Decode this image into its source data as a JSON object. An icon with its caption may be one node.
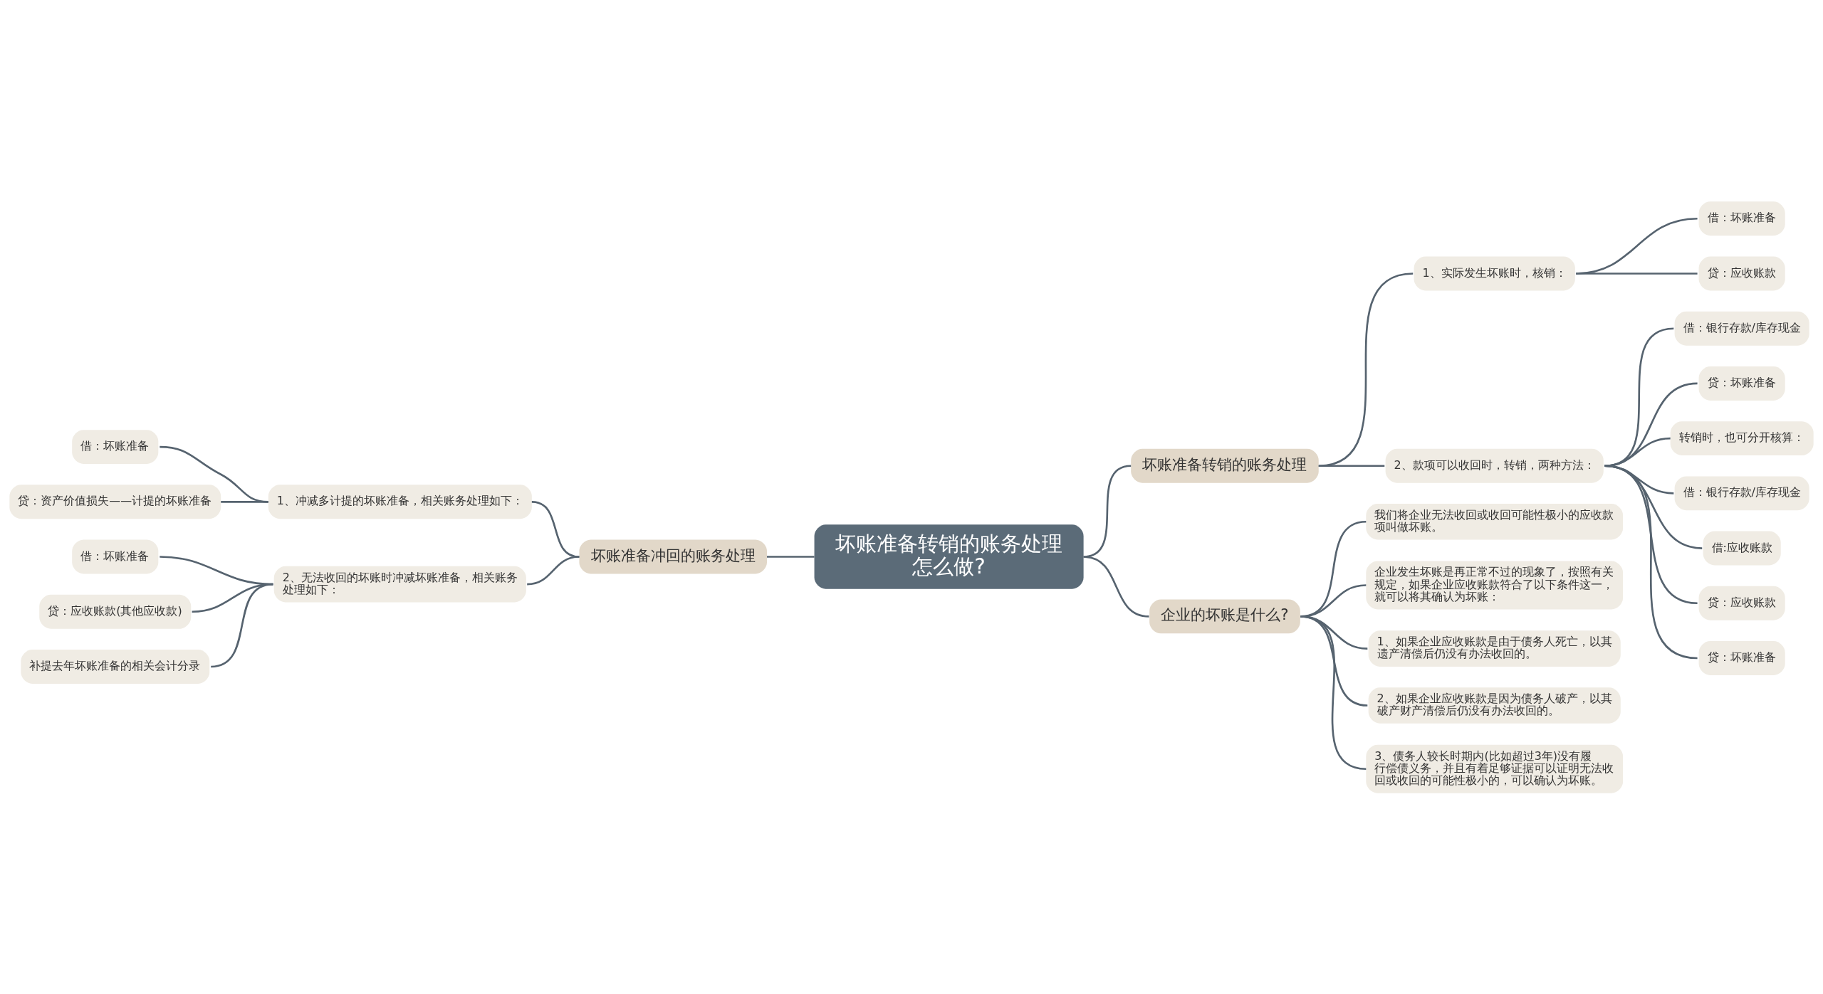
{
  "diagram": {
    "nodes": [
      {
        "text": [
          "坏账准备转销的账务处理怎么做?"
        ]
      },
      {
        "text": [
          "坏账准备冲回的账务处理"
        ]
      },
      {
        "text": [
          "1、冲减多计提的坏账准备，相关账务处理如下："
        ]
      },
      {
        "text": [
          "借：坏账准备"
        ]
      },
      {
        "text": [
          "贷：资产价值损失——计提的坏账准备"
        ]
      },
      {
        "text": [
          "2、无法收回的坏账时冲减坏账准备，相关账务处理如下："
        ]
      },
      {
        "text": [
          "借：坏账准备"
        ]
      },
      {
        "text": [
          "贷：应收账款(其他应收款)"
        ]
      },
      {
        "text": [
          "补提去年坏账准备的相关会计分录"
        ]
      },
      {
        "text": [
          "坏账准备转销的账务处理"
        ]
      },
      {
        "text": [
          "1、实际发生坏账时，核销："
        ]
      },
      {
        "text": [
          "借：坏账准备"
        ]
      },
      {
        "text": [
          "贷：应收账款"
        ]
      },
      {
        "text": [
          "2、款项可以收回时，转销，两种方法："
        ]
      },
      {
        "text": [
          "借：银行存款/库存现金"
        ]
      },
      {
        "text": [
          "贷：坏账准备"
        ]
      },
      {
        "text": [
          "转销时，也可分开核算："
        ]
      },
      {
        "text": [
          "借：银行存款/库存现金"
        ]
      },
      {
        "text": [
          "借:应收账款"
        ]
      },
      {
        "text": [
          "贷：应收账款"
        ]
      },
      {
        "text": [
          "贷：坏账准备"
        ]
      },
      {
        "text": [
          "企业的坏账是什么?"
        ]
      },
      {
        "text": [
          "我们将企业无法收回或收回可能性极小的应收款项叫做坏账。"
        ]
      },
      {
        "text": [
          "企业发生坏账是再正常不过的现象了，按照有关规定，如果企业应收账款符合了以下条件这一，就可以将其确认为坏账："
        ]
      },
      {
        "text": [
          "1、如果企业应收账款是由于债务人死亡，以其遗产清偿后仍没有办法收回的。"
        ]
      },
      {
        "text": [
          "2、如果企业应收账款是因为债务人破产，以其破产财产清偿后仍没有办法收回的。"
        ]
      },
      {
        "text": [
          "3、债务人较长时期内(比如超过3年)没有履行偿债义务，并且有着足够证据可以证明无法收回或收回的可能性极小的，可以确认为坏账。"
        ]
      }
    ],
    "edges": [
      {
        "from": 0,
        "to": 1,
        "arrow": "none"
      },
      {
        "from": 1,
        "to": 2,
        "arrow": "none"
      },
      {
        "from": 2,
        "to": 3,
        "arrow": "none"
      },
      {
        "from": 2,
        "to": 4,
        "arrow": "none"
      },
      {
        "from": 1,
        "to": 5,
        "arrow": "none"
      },
      {
        "from": 5,
        "to": 6,
        "arrow": "none"
      },
      {
        "from": 5,
        "to": 7,
        "arrow": "none"
      },
      {
        "from": 5,
        "to": 8,
        "arrow": "none"
      },
      {
        "from": 0,
        "to": 9,
        "arrow": "none"
      },
      {
        "from": 9,
        "to": 10,
        "arrow": "none"
      },
      {
        "from": 10,
        "to": 11,
        "arrow": "none"
      },
      {
        "from": 10,
        "to": 12,
        "arrow": "none"
      },
      {
        "from": 9,
        "to": 13,
        "arrow": "none"
      },
      {
        "from": 13,
        "to": 14,
        "arrow": "none"
      },
      {
        "from": 13,
        "to": 15,
        "arrow": "none"
      },
      {
        "from": 13,
        "to": 16,
        "arrow": "none"
      },
      {
        "from": 13,
        "to": 17,
        "arrow": "none"
      },
      {
        "from": 13,
        "to": 18,
        "arrow": "none"
      },
      {
        "from": 13,
        "to": 19,
        "arrow": "none"
      },
      {
        "from": 13,
        "to": 20,
        "arrow": "none"
      },
      {
        "from": 0,
        "to": 21,
        "arrow": "none"
      },
      {
        "from": 21,
        "to": 22,
        "arrow": "none"
      },
      {
        "from": 21,
        "to": 23,
        "arrow": "none"
      },
      {
        "from": 21,
        "to": 24,
        "arrow": "none"
      },
      {
        "from": 21,
        "to": 25,
        "arrow": "none"
      },
      {
        "from": 21,
        "to": 26,
        "arrow": "none"
      }
    ]
  }
}
